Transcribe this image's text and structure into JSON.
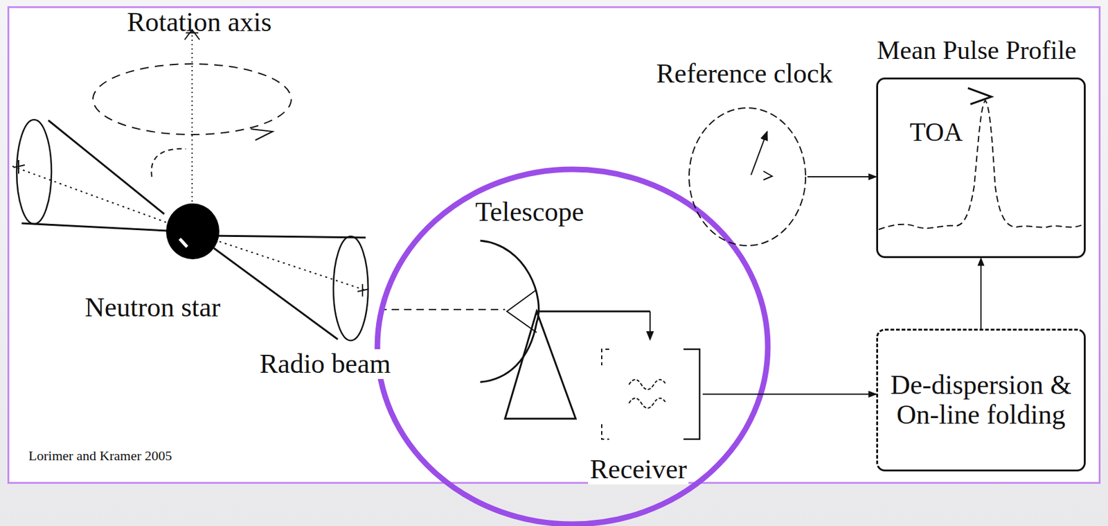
{
  "diagram": {
    "nodes": [
      {
        "text": [
          "Receiver"
        ]
      },
      {
        "text": [
          "De-dispersion & On-line folding"
        ]
      },
      {
        "text": [
          "Reference clock"
        ]
      },
      {
        "text": [
          "Mean Pulse Profile",
          "TOA"
        ]
      }
    ],
    "edges": [
      {
        "from": 0,
        "to": 1,
        "arrow": "to"
      },
      {
        "from": 2,
        "to": 3,
        "arrow": "to"
      },
      {
        "from": 1,
        "to": 3,
        "arrow": "to"
      }
    ],
    "labels": [
      "Rotation axis",
      "Neutron star",
      "Radio beam",
      "Telescope",
      "Lorimer and Kramer 2005"
    ]
  }
}
